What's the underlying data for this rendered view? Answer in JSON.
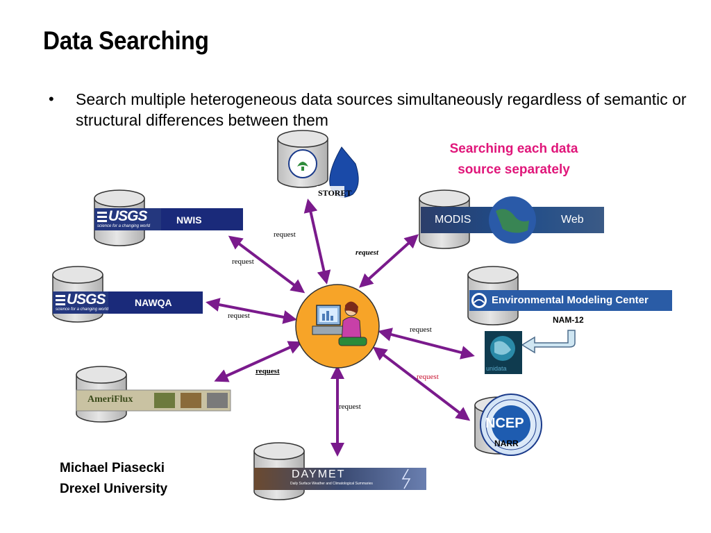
{
  "title": "Data Searching",
  "bullet": "Search multiple heterogeneous data sources simultaneously regardless of semantic or structural differences between them",
  "side_note": [
    "Searching each data",
    "source separately"
  ],
  "author": [
    "Michael Piasecki",
    "Drexel University"
  ],
  "colors": {
    "arrow": "#7a1a8c",
    "hub": "#f7a428",
    "cylinder": "#d0d0d0",
    "side_note": "#e0167a",
    "usgs_band": "#1a2a7a"
  },
  "sources": {
    "nwis": {
      "logo": "USGS",
      "tagline": "science for a changing world",
      "label": "NWIS"
    },
    "nawqa": {
      "logo": "USGS",
      "tagline": "science for a changing world",
      "label": "NAWQA"
    },
    "ameriflux": {
      "logo": "AmeriFlux"
    },
    "daymet": {
      "logo": "DAYMET",
      "tagline": "Daily Surface Weather and Climatological Summaries"
    },
    "storet": {
      "logo": "STORET"
    },
    "modis": {
      "left": "MODIS",
      "right": "Web"
    },
    "emc": {
      "logo": "Environmental Modeling Center",
      "label": "NAM-12"
    },
    "unidata": {
      "logo": "unidata"
    },
    "ncep": {
      "logo": "NCEP",
      "label": "NARR"
    }
  },
  "request_label": "request"
}
